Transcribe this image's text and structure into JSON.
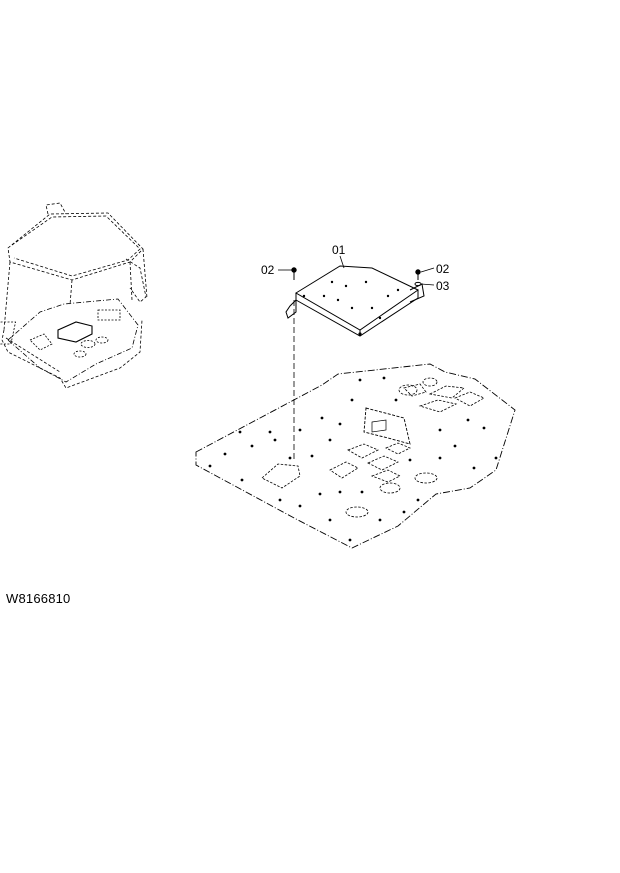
{
  "diagram": {
    "callouts": {
      "part_01": "01",
      "part_02_left": "02",
      "part_02_right": "02",
      "part_03": "03"
    },
    "drawing_id": "W8166810"
  }
}
